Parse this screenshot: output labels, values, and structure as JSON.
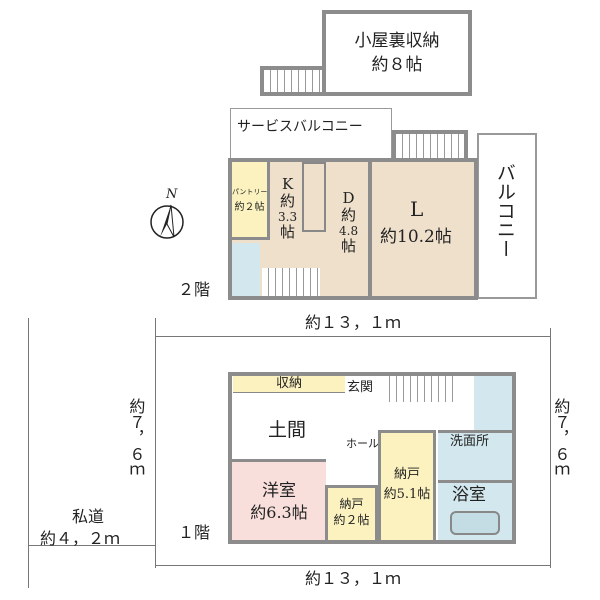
{
  "attic": {
    "name": "小屋裏収納",
    "size": "約８帖"
  },
  "floor2": {
    "label": "２階",
    "service_balcony": "サービスバルコニー",
    "balcony": "バルコニー",
    "pantry": {
      "name": "パントリー",
      "size": "約２帖"
    },
    "kitchen": {
      "name": "K",
      "l1": "約",
      "l2": "3.3",
      "l3": "帖"
    },
    "dining": {
      "name": "D",
      "l1": "約",
      "l2": "4.8",
      "l3": "帖"
    },
    "living": {
      "name": "L",
      "size": "約10.2帖"
    }
  },
  "floor1": {
    "label": "１階",
    "storage": "収納",
    "entrance": "玄関",
    "doma": "土間",
    "hall": "ホール",
    "western": {
      "name": "洋室",
      "size": "約6.3帖"
    },
    "closet_small": {
      "name": "納戸",
      "size": "約２帖"
    },
    "closet_large": {
      "name": "納戸",
      "size": "約5.1帖"
    },
    "washroom": "洗面所",
    "bathroom": "浴室"
  },
  "dimensions": {
    "width_top": "約１３，１ｍ",
    "width_bottom": "約１３，１ｍ",
    "depth_left": "約７，６ｍ",
    "depth_right": "約７，６ｍ"
  },
  "road": {
    "name": "私道",
    "width": "約４，２ｍ"
  },
  "compass": {
    "label": "N"
  },
  "colors": {
    "living": "#efe0cc",
    "yellow": "#fbf2c0",
    "blue": "#d3e8ee",
    "pink": "#f9dfdc",
    "wall": "#8c8c8c"
  }
}
